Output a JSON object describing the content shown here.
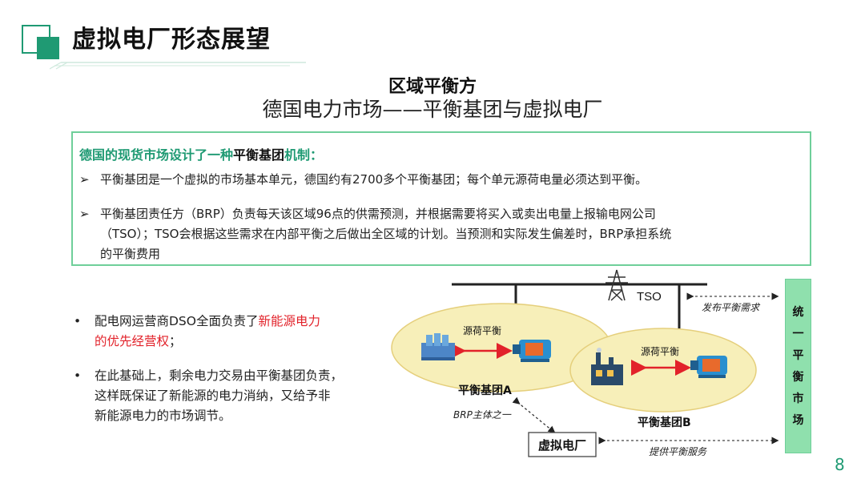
{
  "header": {
    "title": "虚拟电厂形态展望"
  },
  "subtitle": {
    "line1": "区域平衡方",
    "line2": "德国电力市场——平衡基团与虚拟电厂"
  },
  "box": {
    "heading_prefix": "德国的现货市场设计了一种",
    "heading_highlight": "平衡基团",
    "heading_suffix": "机制：",
    "bullet_marker": "➢",
    "bullet1": "平衡基团是一个虚拟的市场基本单元，德国约有2700多个平衡基团；每个单元源荷电量必须达到平衡。",
    "bullet2_line1": "平衡基团责任方（BRP）负责每天该区域96点的供需预测，并根据需要将买入或卖出电量上报输电网公司",
    "bullet2_line2": "（TSO）；TSO会根据这些需求在内部平衡之后做出全区域的计划。当预测和实际发生偏差时，BRP承担系统",
    "bullet2_line3": "的平衡费用"
  },
  "left_bullets": {
    "marker": "•",
    "item1_prefix": "配电网运营商DSO全面负责了",
    "item1_highlight_a": "新能源电力",
    "item1_highlight_b": "的优先经营权",
    "item1_suffix": "；",
    "item2_line1": "在此基础上，剩余电力交易由平衡基团负责，",
    "item2_line2": "这样既保证了新能源的电力消纳，又给予非",
    "item2_line3": "新能源电力的市场调节。"
  },
  "diagram": {
    "tso_label": "TSO",
    "publish_label": "发布平衡需求",
    "group_a_caption": "源荷平衡",
    "group_b_caption": "源荷平衡",
    "group_a_name": "平衡基团A",
    "group_b_name": "平衡基团B",
    "brp_label": "BRP主体之一",
    "vpp_label": "虚拟电厂",
    "service_label": "提供平衡服务"
  },
  "side_box": {
    "chars": [
      "统",
      "一",
      "平",
      "衡",
      "市",
      "场"
    ]
  },
  "page_number": "8",
  "colors": {
    "accent": "#1f9a73",
    "box_border": "#6fcf9a",
    "highlight_red": "#e2222a",
    "ellipse_fill": "#f7efb9"
  }
}
